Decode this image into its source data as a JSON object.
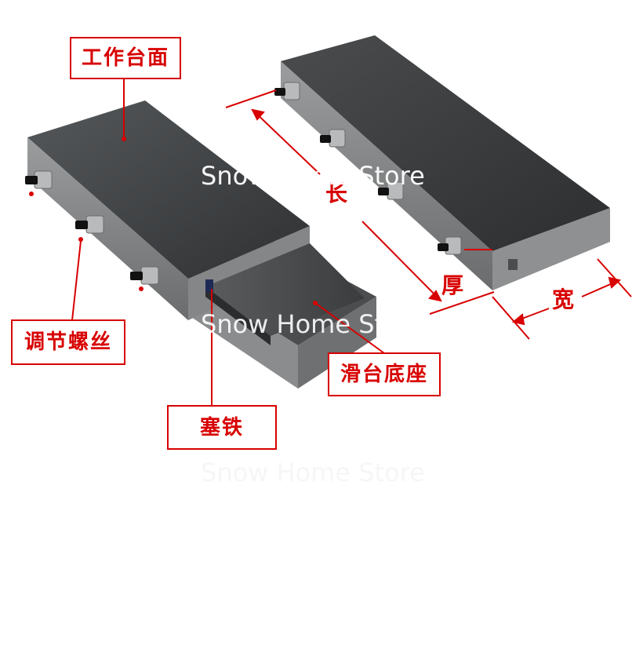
{
  "watermark": {
    "text": "Snow Home Store"
  },
  "callouts": {
    "work_surface": "工作台面",
    "adjust_screw": "调节螺丝",
    "slide_base": "滑台底座",
    "gib": "塞铁"
  },
  "dimensions": {
    "length": "长",
    "thickness": "厚",
    "width": "宽"
  },
  "colors": {
    "annotation_red": "#d80000",
    "steel_top": "#3f4143",
    "steel_side": "#7d7f80"
  }
}
